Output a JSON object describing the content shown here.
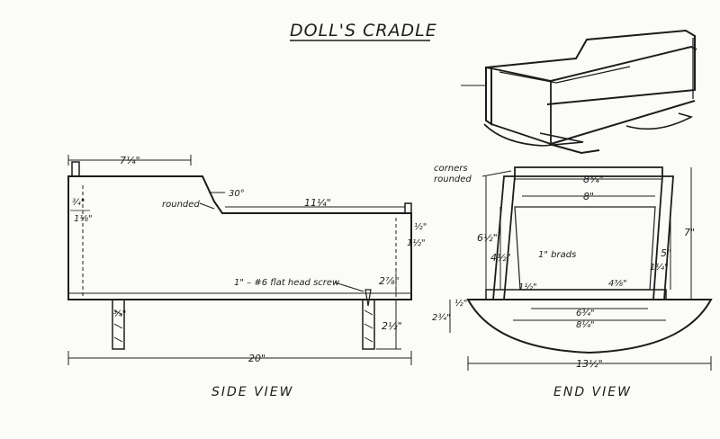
{
  "title": "DOLL'S CRADLE",
  "views": {
    "side": "SIDE VIEW",
    "end": "END VIEW"
  },
  "side": {
    "dim_top_left": "7¼\"",
    "angle": "30°",
    "rounded": "rounded",
    "dim_top_right": "11¼\"",
    "dim_small_a": "¾\"",
    "dim_small_b": "1⅛\"",
    "dim_right_small": "½\"",
    "dim_right_tall": "1½\"",
    "screw_note": "1\" – #6 flat head screw",
    "dim_screw_height": "2⅞\"",
    "dim_leg_width": "¾\"",
    "dim_leg_height": "2½\"",
    "dim_length": "20\""
  },
  "end": {
    "corners_note_1": "corners",
    "corners_note_2": "rounded",
    "dim_top_outer": "8¾\"",
    "dim_top_inner": "8\"",
    "dim_side_outer": "6½\"",
    "dim_side_inner": "4½\"",
    "brads_note": "1\" brads",
    "dim_height": "7\"",
    "dim_inner_height": "5\"",
    "dim_inner_small": "1¼\"",
    "dim_bottom_a": "1½\"",
    "dim_bottom_b": "4⅜\"",
    "dim_bottom_c": "6¾\"",
    "dim_bottom_d": "8¼\"",
    "dim_rocker_h": "2¾\"",
    "dim_rocker_s": "½\"",
    "dim_rocker_w": "13½\""
  }
}
